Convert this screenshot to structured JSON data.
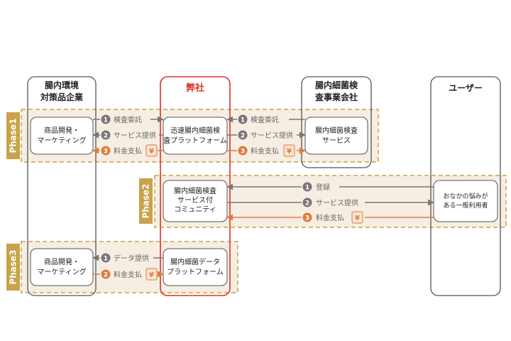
{
  "columns": {
    "c1": {
      "line1": "腸内環境",
      "line2": "対策品企業"
    },
    "c2": {
      "line1": "弊社"
    },
    "c3": {
      "line1": "腸内細菌検",
      "line2": "査事業会社"
    },
    "c4": {
      "line1": "ユーザー"
    }
  },
  "phases": {
    "p1": "Phase1",
    "p2": "Phase2",
    "p3": "Phase3"
  },
  "boxes": {
    "p1_c1": {
      "line1": "商品開発・",
      "line2": "マーケティング"
    },
    "p1_c2": {
      "line1": "迅速腸内細菌検",
      "line2": "査プラットフォーム"
    },
    "p1_c3": {
      "line1": "腸内細菌検査",
      "line2": "サービス"
    },
    "p2_c2": {
      "line1": "腸内細菌検査",
      "line2": "サービス付",
      "line3": "コミュニティ"
    },
    "p2_c4": {
      "line1": "おなかの悩みが",
      "line2": "ある一般利用者"
    },
    "p3_c1": {
      "line1": "商品開発・",
      "line2": "マーケティング"
    },
    "p3_c2": {
      "line1": "腸内細菌データ",
      "line2": "プラットフォーム"
    }
  },
  "flows": {
    "p1_left": [
      {
        "num": "1",
        "label": "検査委託"
      },
      {
        "num": "2",
        "label": "サービス提供"
      },
      {
        "num": "3",
        "label": "料金支払"
      }
    ],
    "p1_right": [
      {
        "num": "1",
        "label": "検査委託"
      },
      {
        "num": "2",
        "label": "サービス提供"
      },
      {
        "num": "3",
        "label": "料金支払"
      }
    ],
    "p2": [
      {
        "num": "1",
        "label": "登録"
      },
      {
        "num": "2",
        "label": "サービス提供"
      },
      {
        "num": "3",
        "label": "料金支払"
      }
    ],
    "p3": [
      {
        "num": "1",
        "label": "データ提供"
      },
      {
        "num": "2",
        "label": "料金支払"
      }
    ]
  },
  "yen_symbol": "¥",
  "colors": {
    "gray": "#777777",
    "orange": "#e07a3c",
    "phase_gold": "#c9a24a",
    "phase_fill": "#f6eee3",
    "red": "#d9342b"
  }
}
